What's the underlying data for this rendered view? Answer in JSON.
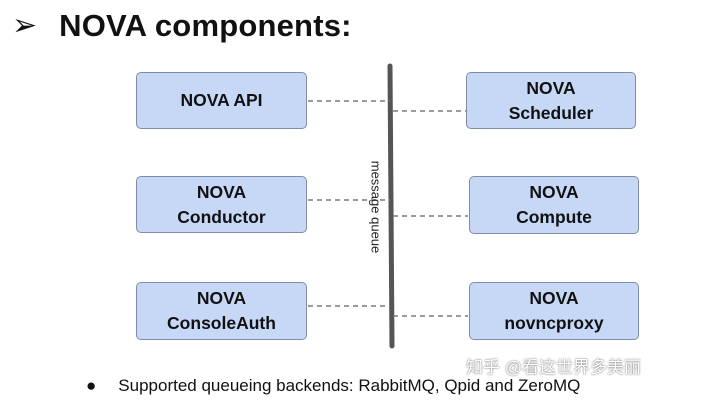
{
  "title": {
    "arrow": "➢",
    "text": "NOVA components:"
  },
  "queue_label": "message queue",
  "components": {
    "api": {
      "line1": "NOVA API",
      "line2": ""
    },
    "conductor": {
      "line1": "NOVA",
      "line2": "Conductor"
    },
    "consoleauth": {
      "line1": "NOVA",
      "line2": "ConsoleAuth"
    },
    "scheduler": {
      "line1": "NOVA",
      "line2": "Scheduler"
    },
    "compute": {
      "line1": "NOVA",
      "line2": "Compute"
    },
    "novncproxy": {
      "line1": "NOVA",
      "line2": "novncproxy"
    }
  },
  "bullet": {
    "symbol": "●",
    "text": "Supported queueing backends: RabbitMQ, Qpid and ZeroMQ"
  },
  "watermark": "知乎 @看这世界多美丽",
  "colors": {
    "box_fill": "#c7d8f7",
    "box_border": "#7f8ea6",
    "bus_line": "#555555",
    "connector": "#7a7a7a"
  }
}
